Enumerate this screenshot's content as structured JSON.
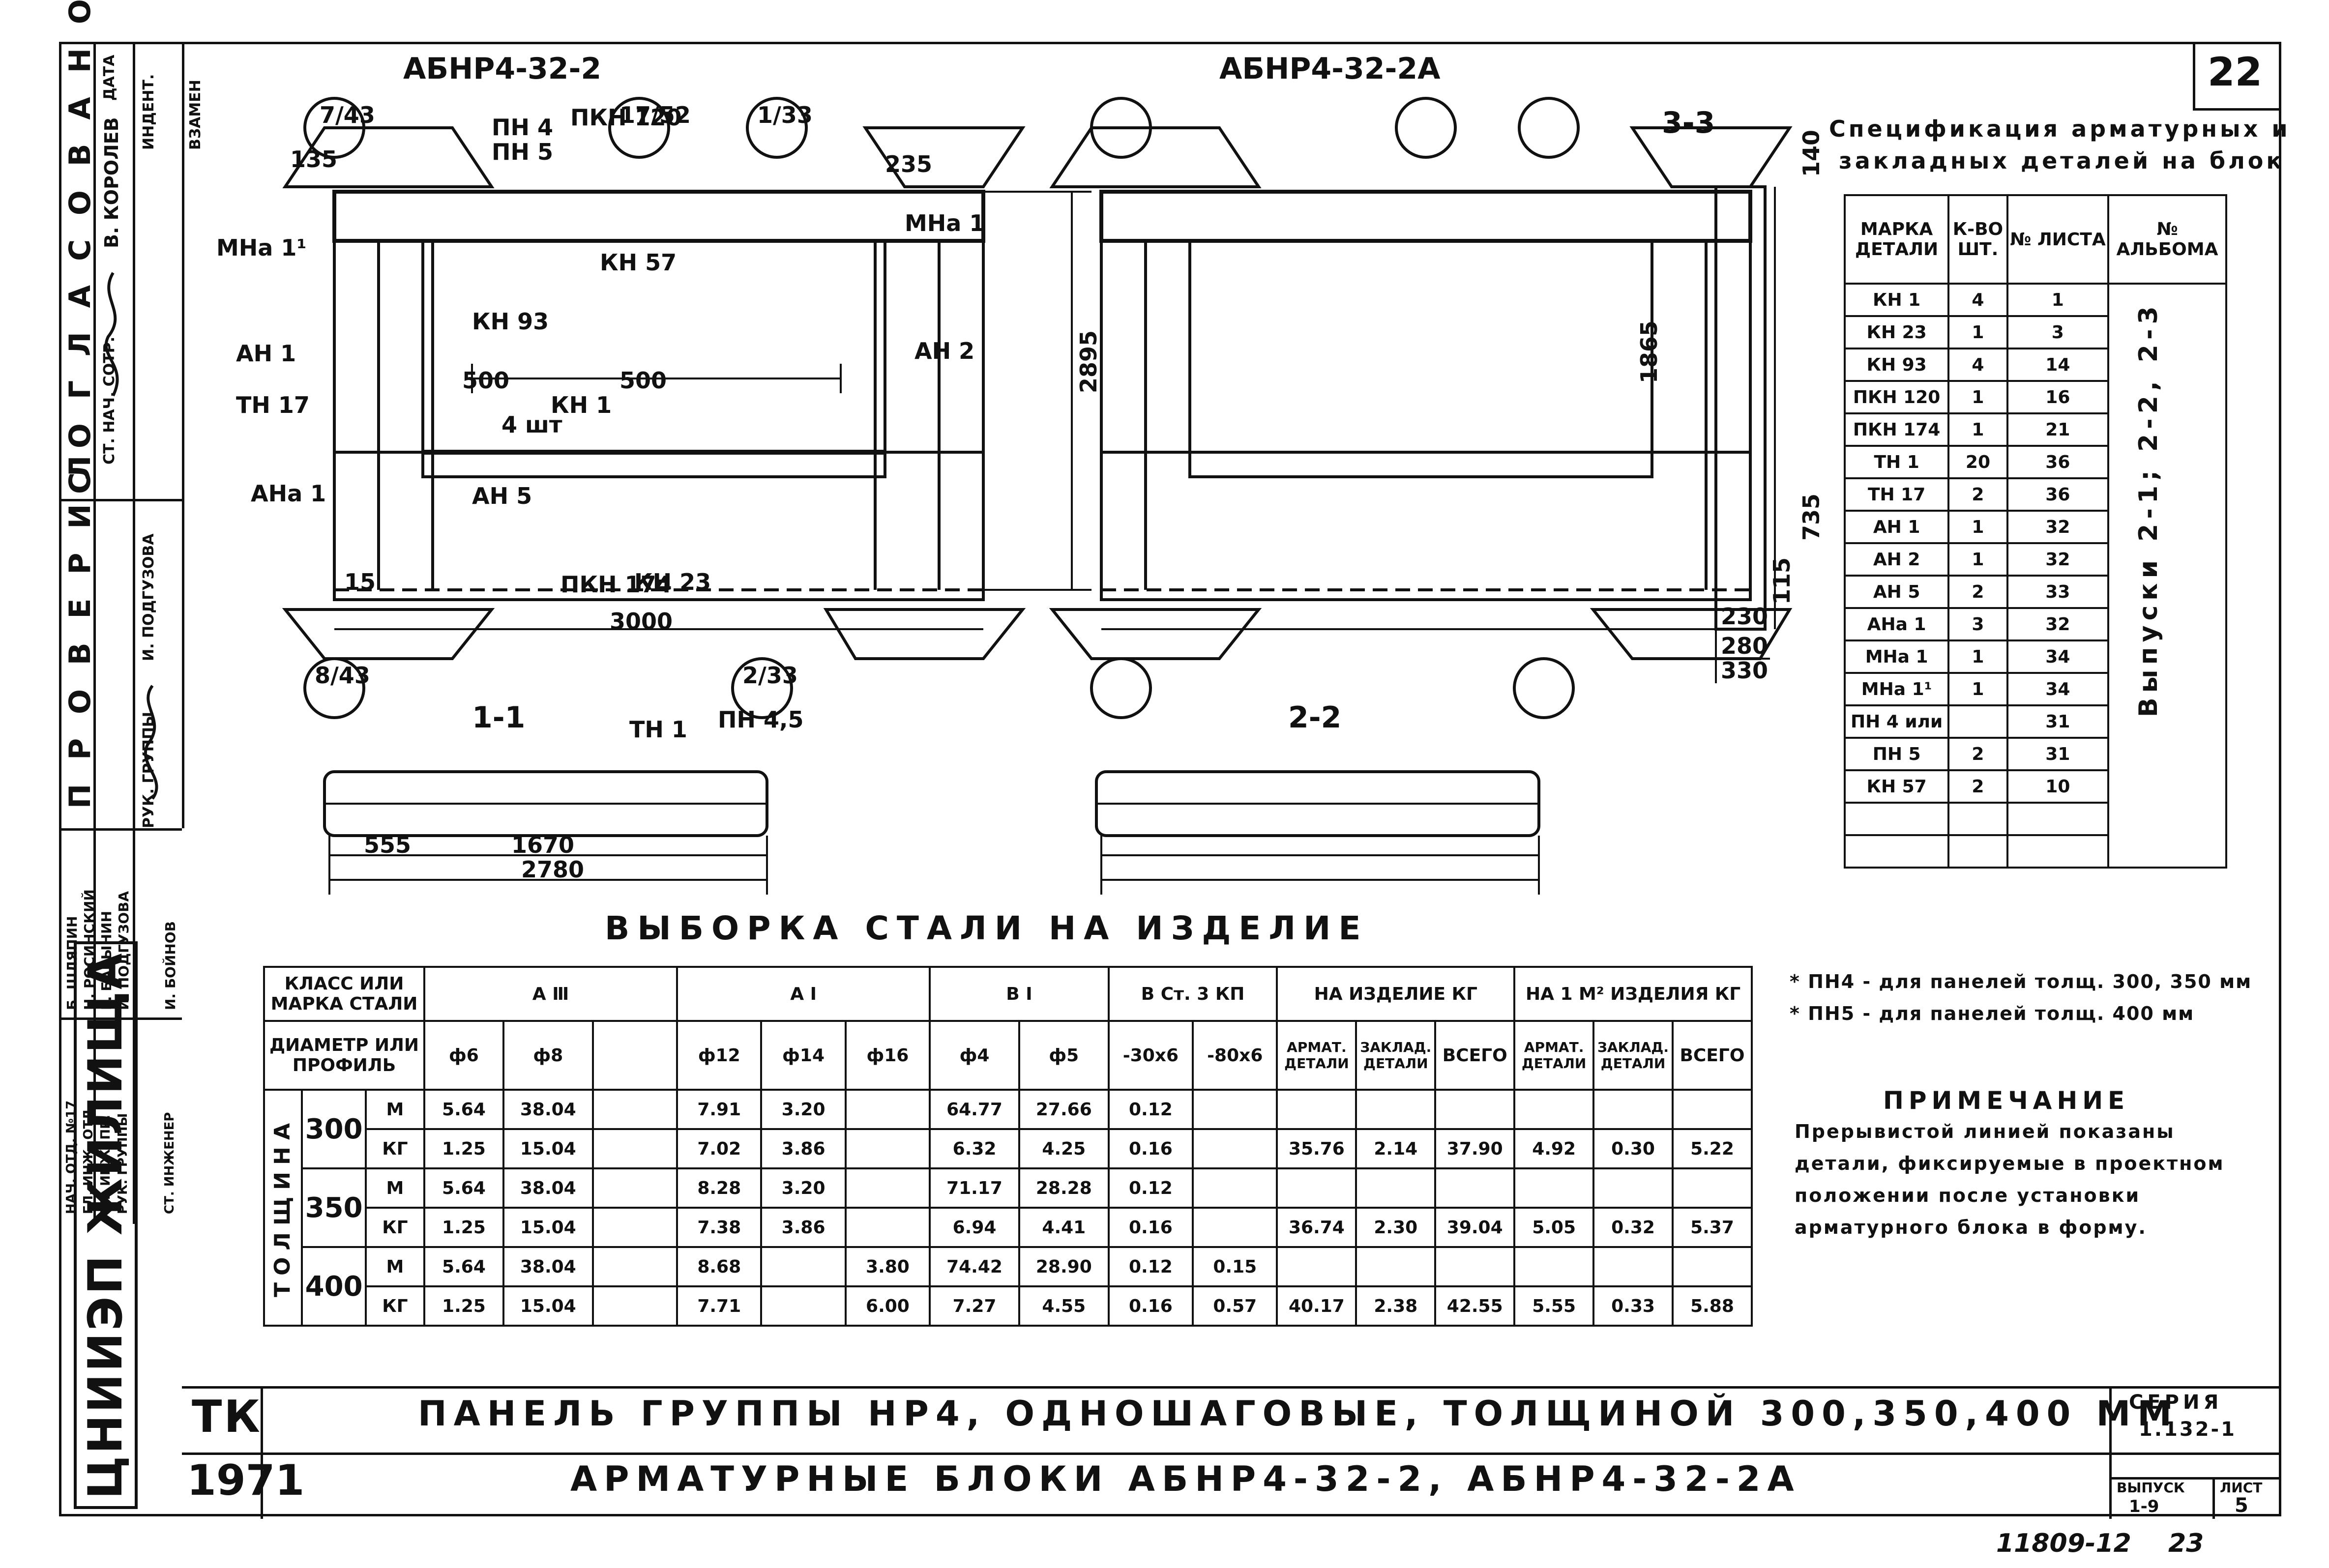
{
  "sheet_number": "22",
  "approval": {
    "header": "С О Г Л А С О В А Н О",
    "cols": [
      "ДАТА",
      "ИНДЕНТ.",
      "ВЗАМЕН"
    ],
    "name_row": "В. КОРОЛЕВ",
    "role_row": "СТ. НАЧ. СОТР."
  },
  "check": {
    "header": "П Р О В Е Р И Л",
    "name": "И. ПОДГУЗОВА",
    "role": "РУК. ГРУППЫ"
  },
  "signatures": [
    {
      "role": "НАЧ. ОТД. №17",
      "name": "Б. ШЛЯПИН"
    },
    {
      "role": "ГЛ. ИНЖ. ОТД.",
      "name": "Н. РОСИНСКИЙ"
    },
    {
      "role": "ГЛ. ИНЖ. ПР.",
      "name": "Г. БАБЫНИН"
    },
    {
      "role": "РУК. ГРУППЫ",
      "name": "И. ПОДГУЗОВА"
    },
    {
      "role": "СТ. ИНЖЕНЕР",
      "name": "И. БОЙНОВ"
    }
  ],
  "logo": "ЦНИИЭП ЖИЛИЩА",
  "drawings": {
    "left_title": "АБНР4-32-2",
    "right_title": "АБНР4-32-2А",
    "section_33": "3-3",
    "section_11": "1-1",
    "section_22": "2-2",
    "callouts": [
      "7/43",
      "17/52",
      "1/33",
      "8/43",
      "2/33"
    ],
    "labels": [
      "ПН 4",
      "ПН 5",
      "ПКН 120",
      "ПКН 174",
      "МНа 1",
      "МНа 1¹",
      "АНа 1",
      "АН 1",
      "АН 2",
      "АН 5",
      "ТН 1",
      "ТН 17",
      "КН 1",
      "КН 23",
      "КН 57",
      "КН 93",
      "ПН 4,5"
    ],
    "dims": [
      "135",
      "235",
      "2895",
      "500",
      "500",
      "4 шт",
      "15",
      "3000",
      "1865",
      "735",
      "140",
      "115",
      "230",
      "280",
      "330",
      "555",
      "1670",
      "2780"
    ]
  },
  "spec": {
    "title_line1": "Спецификация арматурных и",
    "title_line2": "закладных деталей на блок",
    "headers": [
      "МАРКА ДЕТАЛИ",
      "К-ВО ШТ.",
      "№ ЛИСТА",
      "№ АЛЬБОМА"
    ],
    "rows": [
      [
        "КН 1",
        "4",
        "1"
      ],
      [
        "КН 23",
        "1",
        "3"
      ],
      [
        "КН 93",
        "4",
        "14"
      ],
      [
        "ПКН 120",
        "1",
        "16"
      ],
      [
        "ПКН 174",
        "1",
        "21"
      ],
      [
        "ТН 1",
        "20",
        "36"
      ],
      [
        "ТН 17",
        "2",
        "36"
      ],
      [
        "АН 1",
        "1",
        "32"
      ],
      [
        "АН 2",
        "1",
        "32"
      ],
      [
        "АН 5",
        "2",
        "33"
      ],
      [
        "АНа 1",
        "3",
        "32"
      ],
      [
        "МНа 1",
        "1",
        "34"
      ],
      [
        "МНа 1¹",
        "1",
        "34"
      ],
      [
        "ПН 4 или",
        "",
        "31"
      ],
      [
        "ПН 5",
        "2",
        "31"
      ],
      [
        "КН 57",
        "2",
        "10"
      ]
    ],
    "album_note": "Выпуски 2-1; 2-2, 2-3"
  },
  "footnotes": [
    "* ПН4 - для панелей толщ. 300, 350 мм",
    "* ПН5 - для панелей толщ. 400 мм"
  ],
  "note": {
    "title": "ПРИМЕЧАНИЕ",
    "lines": [
      "Прерывистой линией показаны",
      "детали, фиксируемые в проектном",
      "положении после установки",
      "арматурного блока в форму."
    ]
  },
  "steel": {
    "title": "ВЫБОРКА СТАЛИ НА ИЗДЕЛИЕ",
    "class_header": "КЛАСС ИЛИ МАРКА СТАЛИ",
    "diam_header": "ДИАМЕТР ИЛИ ПРОФИЛЬ",
    "groups": [
      "А Ⅲ",
      "А Ⅰ",
      "В Ⅰ",
      "В Ст. 3 КП",
      "НА ИЗДЕЛИЕ КГ",
      "НА 1 М² ИЗДЕЛИЯ КГ"
    ],
    "diams": [
      "ф6",
      "ф8",
      "",
      "ф12",
      "ф14",
      "ф16",
      "ф4",
      "ф5",
      "-30х6",
      "-80х6",
      "АРМАТ. ДЕТАЛИ",
      "ЗАКЛАД. ДЕТАЛИ",
      "ВСЕГО",
      "АРМАТ. ДЕТАЛИ",
      "ЗАКЛАД. ДЕТАЛИ",
      "ВСЕГО"
    ],
    "thickness_label": "ТОЛЩИНА",
    "rows": [
      {
        "t": "300",
        "u": "М",
        "v": [
          "5.64",
          "38.04",
          "",
          "7.91",
          "3.20",
          "",
          "64.77",
          "27.66",
          "0.12",
          "",
          "",
          "",
          "",
          "",
          "",
          ""
        ]
      },
      {
        "t": "",
        "u": "КГ",
        "v": [
          "1.25",
          "15.04",
          "",
          "7.02",
          "3.86",
          "",
          "6.32",
          "4.25",
          "0.16",
          "",
          "35.76",
          "2.14",
          "37.90",
          "4.92",
          "0.30",
          "5.22"
        ]
      },
      {
        "t": "350",
        "u": "М",
        "v": [
          "5.64",
          "38.04",
          "",
          "8.28",
          "3.20",
          "",
          "71.17",
          "28.28",
          "0.12",
          "",
          "",
          "",
          "",
          "",
          "",
          ""
        ]
      },
      {
        "t": "",
        "u": "КГ",
        "v": [
          "1.25",
          "15.04",
          "",
          "7.38",
          "3.86",
          "",
          "6.94",
          "4.41",
          "0.16",
          "",
          "36.74",
          "2.30",
          "39.04",
          "5.05",
          "0.32",
          "5.37"
        ]
      },
      {
        "t": "400",
        "u": "М",
        "v": [
          "5.64",
          "38.04",
          "",
          "8.68",
          "",
          "3.80",
          "74.42",
          "28.90",
          "0.12",
          "0.15",
          "",
          "",
          "",
          "",
          "",
          ""
        ]
      },
      {
        "t": "",
        "u": "КГ",
        "v": [
          "1.25",
          "15.04",
          "",
          "7.71",
          "",
          "6.00",
          "7.27",
          "4.55",
          "0.16",
          "0.57",
          "40.17",
          "2.38",
          "42.55",
          "5.55",
          "0.33",
          "5.88"
        ]
      }
    ]
  },
  "title_block": {
    "tk": "ТК",
    "year": "1971",
    "line1": "ПАНЕЛЬ ГРУППЫ НР4, ОДНОШАГОВЫЕ, ТОЛЩИНОЙ 300,350,400 ММ",
    "line2": "АРМАТУРНЫЕ БЛОКИ АБНР4-32-2, АБНР4-32-2А",
    "series_label": "СЕРИЯ",
    "series": "1.132-1",
    "issue_label": "ВЫПУСК",
    "issue": "1-9",
    "sheet_label": "ЛИСТ",
    "sheet": "5"
  },
  "bottom_number": "11809-12",
  "bottom_page": "23"
}
